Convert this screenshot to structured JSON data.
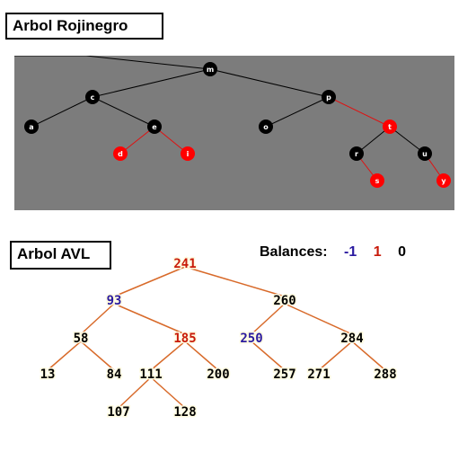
{
  "rb": {
    "title": "Arbol Rojinegro",
    "colors": {
      "panel": "#7c7c7c",
      "black": "#000000",
      "red": "#ff0000",
      "edge_black": "#000000",
      "edge_red": "#e01010"
    },
    "nodes": [
      {
        "id": "m",
        "label": "m",
        "color": "black"
      },
      {
        "id": "c",
        "label": "c",
        "color": "black"
      },
      {
        "id": "p",
        "label": "p",
        "color": "black"
      },
      {
        "id": "a",
        "label": "a",
        "color": "black"
      },
      {
        "id": "e",
        "label": "e",
        "color": "black"
      },
      {
        "id": "o",
        "label": "o",
        "color": "black"
      },
      {
        "id": "t",
        "label": "t",
        "color": "red"
      },
      {
        "id": "d",
        "label": "d",
        "color": "red"
      },
      {
        "id": "i",
        "label": "i",
        "color": "red"
      },
      {
        "id": "r",
        "label": "r",
        "color": "black"
      },
      {
        "id": "u",
        "label": "u",
        "color": "black"
      },
      {
        "id": "s",
        "label": "s",
        "color": "red"
      },
      {
        "id": "y",
        "label": "y",
        "color": "red"
      }
    ],
    "edges": [
      [
        "m",
        "c"
      ],
      [
        "m",
        "p"
      ],
      [
        "c",
        "a"
      ],
      [
        "c",
        "e"
      ],
      [
        "e",
        "d"
      ],
      [
        "e",
        "i"
      ],
      [
        "p",
        "o"
      ],
      [
        "p",
        "t"
      ],
      [
        "t",
        "r"
      ],
      [
        "t",
        "u"
      ],
      [
        "r",
        "s"
      ],
      [
        "u",
        "y"
      ]
    ]
  },
  "avl": {
    "title": "Arbol AVL",
    "colors": {
      "-1": "#2a1aa0",
      "1": "#c81a0a",
      "0": "#000000",
      "edge": "#d86a2a"
    },
    "nodes": [
      {
        "id": "241",
        "label": "241",
        "balance": 1
      },
      {
        "id": "93",
        "label": "93",
        "balance": -1
      },
      {
        "id": "260",
        "label": "260",
        "balance": 0
      },
      {
        "id": "58",
        "label": "58",
        "balance": 0
      },
      {
        "id": "185",
        "label": "185",
        "balance": 1
      },
      {
        "id": "250",
        "label": "250",
        "balance": -1
      },
      {
        "id": "284",
        "label": "284",
        "balance": 0
      },
      {
        "id": "13",
        "label": "13",
        "balance": 0
      },
      {
        "id": "84",
        "label": "84",
        "balance": 0
      },
      {
        "id": "111",
        "label": "111",
        "balance": 0
      },
      {
        "id": "200",
        "label": "200",
        "balance": 0
      },
      {
        "id": "257",
        "label": "257",
        "balance": 0
      },
      {
        "id": "271",
        "label": "271",
        "balance": 0
      },
      {
        "id": "288",
        "label": "288",
        "balance": 0
      },
      {
        "id": "107",
        "label": "107",
        "balance": 0
      },
      {
        "id": "128",
        "label": "128",
        "balance": 0
      }
    ],
    "edges": [
      [
        "241",
        "93"
      ],
      [
        "241",
        "260"
      ],
      [
        "93",
        "58"
      ],
      [
        "93",
        "185"
      ],
      [
        "260",
        "250"
      ],
      [
        "260",
        "284"
      ],
      [
        "58",
        "13"
      ],
      [
        "58",
        "84"
      ],
      [
        "185",
        "111"
      ],
      [
        "185",
        "200"
      ],
      [
        "250",
        "257"
      ],
      [
        "284",
        "271"
      ],
      [
        "284",
        "288"
      ],
      [
        "111",
        "107"
      ],
      [
        "111",
        "128"
      ]
    ]
  },
  "balances": {
    "label": "Balances:",
    "values": [
      {
        "text": "-1",
        "color": "#2a1aa0"
      },
      {
        "text": "1",
        "color": "#c81a0a"
      },
      {
        "text": "0",
        "color": "#000000"
      }
    ]
  }
}
